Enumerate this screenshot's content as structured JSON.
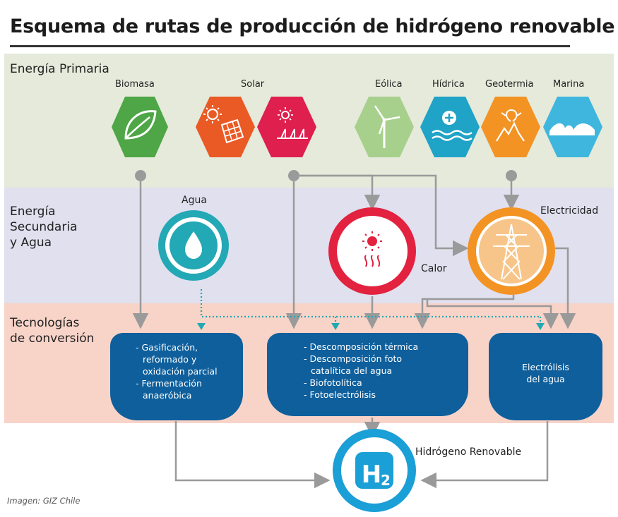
{
  "title": "Esquema de rutas de producción de hidrógeno renovable",
  "sections": {
    "primary": "Energía Primaria",
    "secondary": [
      "Energía",
      "Secundaria",
      "y Agua"
    ],
    "conversion": [
      "Tecnologías",
      "de conversión"
    ]
  },
  "sources": {
    "biomasa": "Biomasa",
    "solar": "Solar",
    "eolica": "Eólica",
    "hidrica": "Hídrica",
    "geotermia": "Geotermia",
    "marina": "Marina"
  },
  "secondary_nodes": {
    "agua": "Agua",
    "calor": "Calor",
    "electricidad": "Electricidad"
  },
  "technologies": {
    "biomass_box": [
      "- Gasificación,",
      "reformado y",
      "oxidación parcial",
      "- Fermentación",
      "anaeróbica"
    ],
    "solar_box": [
      "- Descomposición térmica",
      "- Descomposición foto",
      "catalítica del agua",
      "- Biofotolítica",
      "- Fotoelectrólisis"
    ],
    "electrolysis_box": [
      "Electrólisis",
      "del agua"
    ]
  },
  "output": {
    "label": "Hidrógeno Renovable",
    "symbol_main": "H",
    "symbol_sub": "2"
  },
  "credit": "Imagen: GIZ Chile",
  "colors": {
    "biomasa": "#4ea646",
    "solar_pv": "#ea5a25",
    "solar_thermal": "#df1f4d",
    "eolica": "#a7d08c",
    "hidrica": "#1fa3c6",
    "geotermia": "#f39323",
    "marina": "#3fb6dd",
    "box": "#0e5f9c",
    "arrow": "#9a9a9a",
    "water_dotted": "#20a9b4"
  }
}
